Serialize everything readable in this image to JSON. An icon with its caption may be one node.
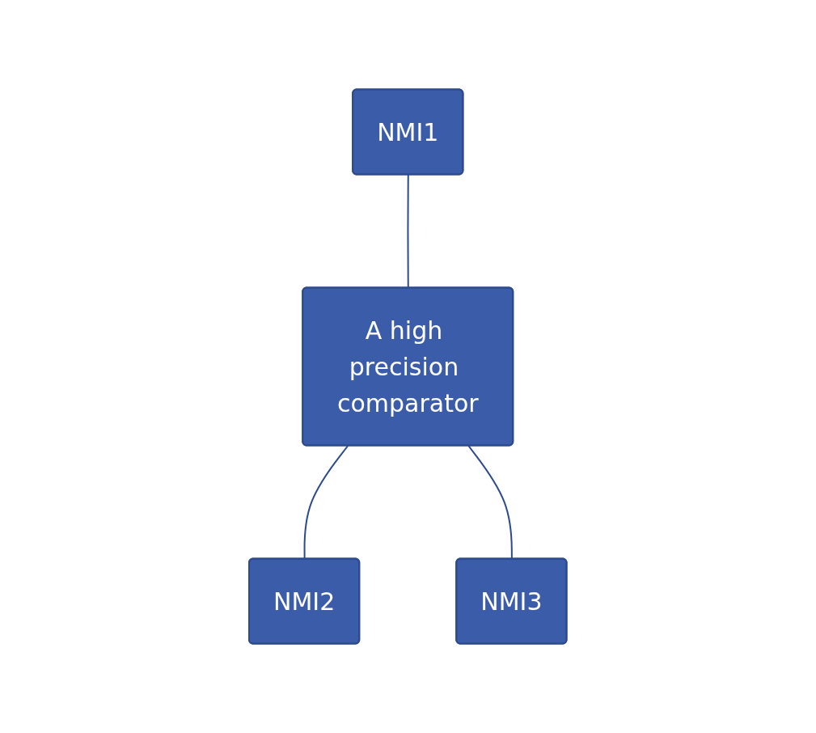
{
  "diagram": {
    "nodes": [
      {
        "text": [
          "NMI1"
        ]
      },
      {
        "text": [
          "A high precision comparator"
        ]
      },
      {
        "text": [
          "NMI2"
        ]
      },
      {
        "text": [
          "NMI3"
        ]
      }
    ],
    "edges": [
      {
        "from": 0,
        "to": 1,
        "arrow": "none"
      },
      {
        "from": 1,
        "to": 2,
        "arrow": "none"
      },
      {
        "from": 1,
        "to": 3,
        "arrow": "none"
      }
    ]
  }
}
